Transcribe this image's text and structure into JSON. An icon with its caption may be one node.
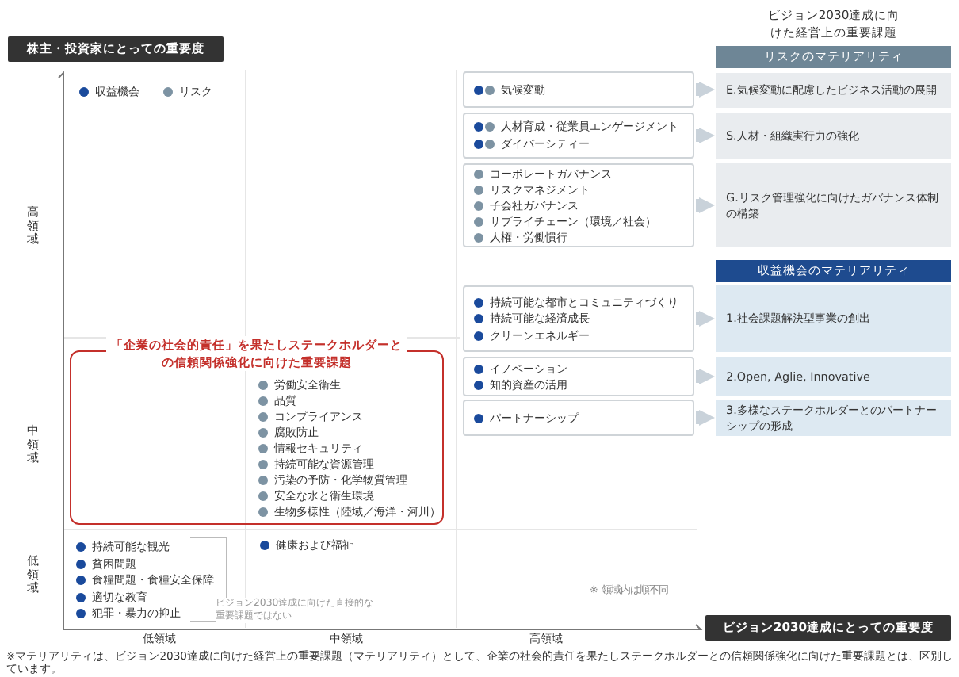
{
  "diagram": {
    "caption": "※マテリアリティは、ビジョン2030達成に向けた経営上の重要課題（マテリアリティ）として、企業の社会的責任を果たしステークホルダーとの信頼関係強化に向けた重要課題とは、区別しています。",
    "nodes": [
      {
        "text": [
          "気候変動"
        ]
      },
      {
        "text": [
          "人材育成・従業員エンゲージメント",
          "ダイバーシティー"
        ]
      },
      {
        "text": [
          "コーポレートガバナンス",
          "リスクマネジメント",
          "子会社ガバナンス",
          "サプライチェーン（環境／社会）",
          "人権・労働慣行"
        ]
      },
      {
        "text": [
          "持続可能な都市とコミュニティづくり",
          "持続可能な経済成長",
          "クリーンエネルギー"
        ]
      },
      {
        "text": [
          "イノベーション",
          "知的資産の活用"
        ]
      },
      {
        "text": [
          "パートナーシップ"
        ]
      },
      {
        "text": [
          "リスクのマテリアリティ"
        ]
      },
      {
        "text": [
          "E.気候変動に配慮したビジネス活動の展開"
        ]
      },
      {
        "text": [
          "S.人材・組織実行力の強化"
        ]
      },
      {
        "text": [
          "G.リスク管理強化に向けたガバナンス体制の構築"
        ]
      },
      {
        "text": [
          "収益機会のマテリアリティ"
        ]
      },
      {
        "text": [
          "1.社会課題解決型事業の創出"
        ]
      },
      {
        "text": [
          "2.Open, Aglie, Innovative"
        ]
      },
      {
        "text": [
          "3.多様なステークホルダーとのパートナーシップの形成"
        ]
      },
      {
        "text": [
          "「企業の社会的責任」を果たしステークホルダーとの信頼関係強化に向けた重要課題",
          "労働安全衛生",
          "品質",
          "コンプライアンス",
          "腐敗防止",
          "情報セキュリティ",
          "持続可能な資源管理",
          "汚染の予防・化学物質管理",
          "安全な水と衛生環境",
          "生物多様性（陸域／海洋・河川）"
        ]
      }
    ],
    "edges": [
      {
        "from": 0,
        "to": 7,
        "arrow": "to"
      },
      {
        "from": 1,
        "to": 8,
        "arrow": "to"
      },
      {
        "from": 2,
        "to": 9,
        "arrow": "to"
      },
      {
        "from": 3,
        "to": 11,
        "arrow": "to"
      },
      {
        "from": 4,
        "to": 12,
        "arrow": "to"
      },
      {
        "from": 5,
        "to": 13,
        "arrow": "to"
      }
    ],
    "labels": [
      "株主・投資家にとっての重要度",
      "ビジョン2030達成に向けた経営上の重要課題",
      "高領域",
      "中領域",
      "低領域",
      "持続可能な観光",
      "貧困問題",
      "食糧問題・食糧安全保障",
      "適切な教育",
      "犯罪・暴力の抑止",
      "健康および福祉",
      "ビジョン2030達成に向けた直接的な重要課題ではない",
      "※ 領域内は順不同",
      "低領域",
      "中領域",
      "高領域",
      "ビジョン2030達成にとっての重要度"
    ],
    "legend": [
      {
        "text": "収益機会",
        "color": "#1a4a9c"
      },
      {
        "text": "リスク",
        "color": "#7d93a3"
      }
    ]
  }
}
